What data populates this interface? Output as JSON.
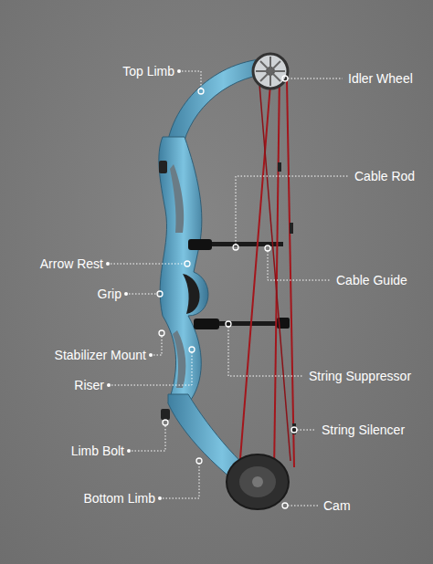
{
  "diagram": {
    "labels": [
      "Top Limb",
      "Idler Wheel",
      "Cable Rod",
      "Arrow Rest",
      "Cable Guide",
      "Grip",
      "Stabilizer Mount",
      "String Suppressor",
      "Riser",
      "String Silencer",
      "Limb Bolt",
      "Bottom Limb",
      "Cam"
    ]
  }
}
